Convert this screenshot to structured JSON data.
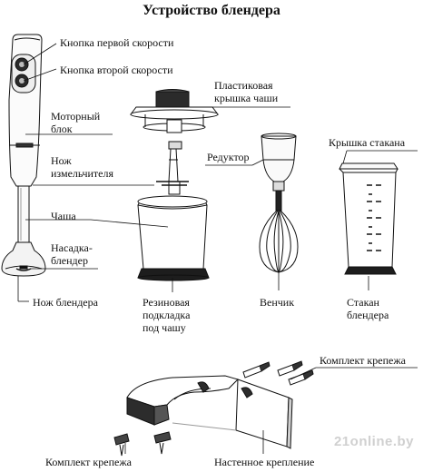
{
  "title": "Устройство блендера",
  "labels": {
    "speed1": "Кнопка первой скорости",
    "speed2": "Кнопка второй скорости",
    "motor": "Моторный\nблок",
    "chop_knife": "Нож\nизмельчителя",
    "bowl": "Чаша",
    "blender_attachment": "Насадка-\nблендер",
    "blender_knife": "Нож блендера",
    "bowl_lid": "Пластиковая\nкрышка чаши",
    "bowl_pad": "Резиновая\nподкладка\nпод чашу",
    "reducer": "Редуктор",
    "whisk": "Венчик",
    "cup_lid": "Крышка стакана",
    "cup": "Стакан\nблендера",
    "fasteners_right": "Комплект крепежа",
    "fasteners_left": "Комплект крепежа",
    "wall_mount": "Настенное крепление"
  },
  "watermark": "21online.by"
}
